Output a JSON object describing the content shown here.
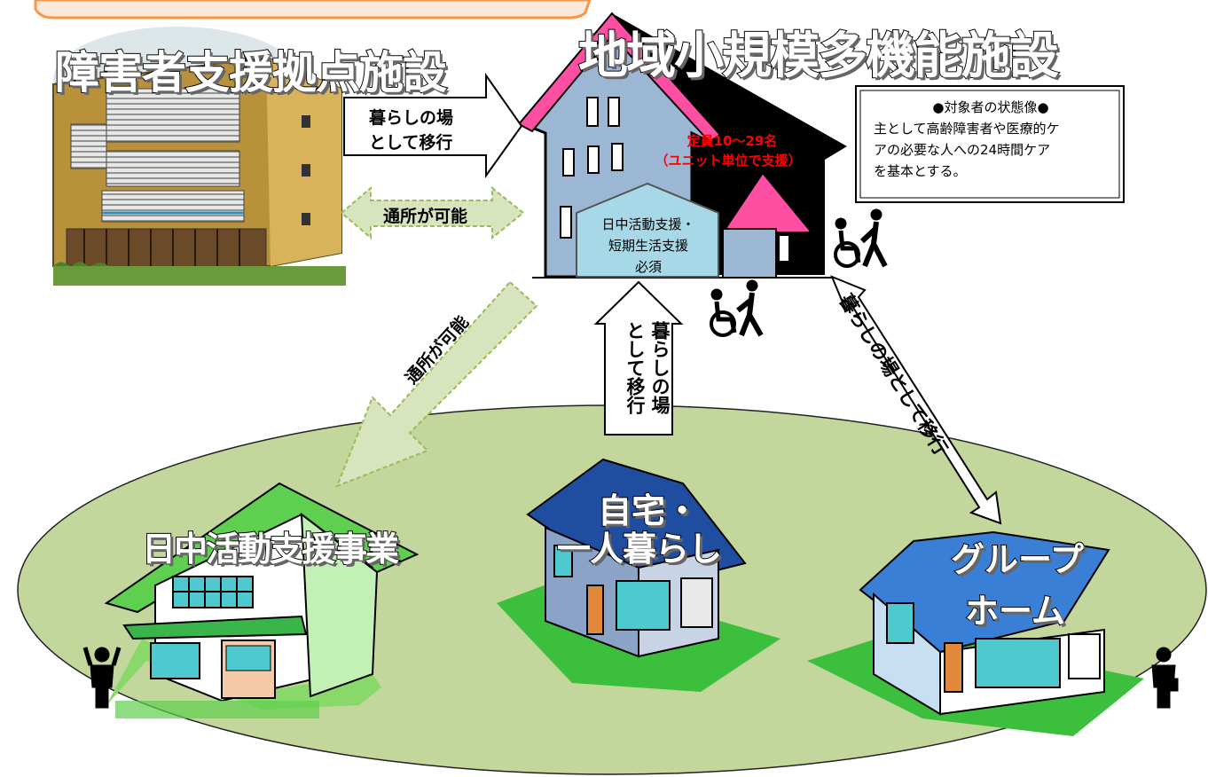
{
  "facilities": {
    "support_base": "障害者支援拠点施設",
    "community_multi": "地域小規模多機能施設",
    "day_activity": "日中活動支援事業",
    "home_line1": "自宅・",
    "home_line2": "一人暮らし",
    "group_home_line1": "グループ",
    "group_home_line2": "ホーム"
  },
  "arrows": {
    "top_transfer": [
      "暮らしの場",
      "として移行"
    ],
    "commute_horizontal": "通所が可能",
    "commute_diagonal": "通所が可能",
    "vertical_transfer": [
      "暮らしの場",
      "として移行"
    ],
    "diagonal_transfer": "暮らしの場として移行"
  },
  "capacity": {
    "line1": "定員10～29名",
    "line2": "（ユニット単位で支援）"
  },
  "services": {
    "line1": "日中活動支援・",
    "line2": "短期生活支援",
    "line3": "必須"
  },
  "target_box": {
    "title": "●対象者の状態像●",
    "line1": "主として高齢障害者や医療的ケ",
    "line2": "アの必要な人への24時間ケア",
    "line3": "を基本とする。"
  },
  "colors": {
    "ground_oval": "#c3d69b",
    "accent_red": "#ff0000",
    "commute_arrow_fill": "#d7e4bd",
    "commute_arrow_border": "#9bbb59",
    "house_blue_roof": "#1f4ea1",
    "group_home_roof": "#3a7fd6",
    "day_center_roof": "#5ecf4f",
    "community_walls": "#9bb7d4",
    "pink_trim": "#ff4fa3"
  },
  "icons": [
    "wheelchair-caregiver-icon",
    "person-icon",
    "up-arrow",
    "down-left-arrow",
    "double-arrow"
  ]
}
